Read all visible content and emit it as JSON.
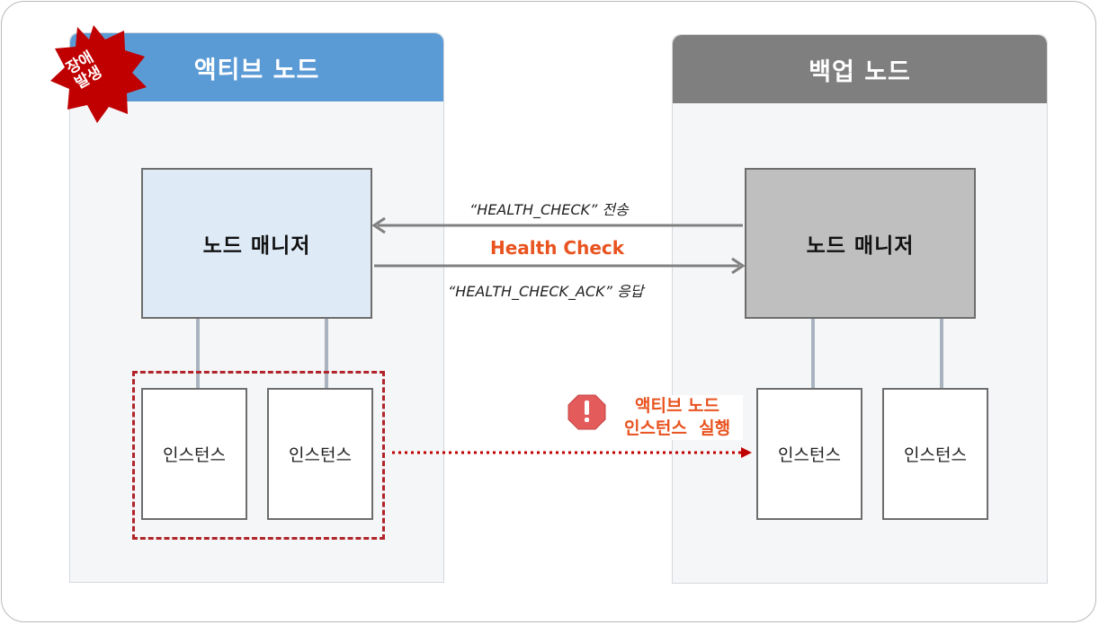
{
  "active_node": {
    "title": "액티브 노드",
    "header_color": "#5b9bd5",
    "manager_label": "노드 매니저",
    "manager_color": "#deeaf6",
    "instances": [
      "인스턴스",
      "인스턴스"
    ]
  },
  "backup_node": {
    "title": "백업 노드",
    "header_color": "#7f7f7f",
    "manager_label": "노드 매니저",
    "manager_color": "#bfbfbf",
    "instances": [
      "인스턴스",
      "인스턴스"
    ]
  },
  "failure_badge": {
    "line1": "장애",
    "line2": "발생",
    "color": "#c00000"
  },
  "health_check": {
    "request_text": "“HEALTH_CHECK” 전송",
    "title": "Health Check",
    "response_text": "“HEALTH_CHECK_ACK” 응답",
    "title_color": "#e8531f"
  },
  "failover_note": {
    "line1": "액티브 노드",
    "line2": "인스턴스  실행",
    "icon": "warning-icon"
  }
}
